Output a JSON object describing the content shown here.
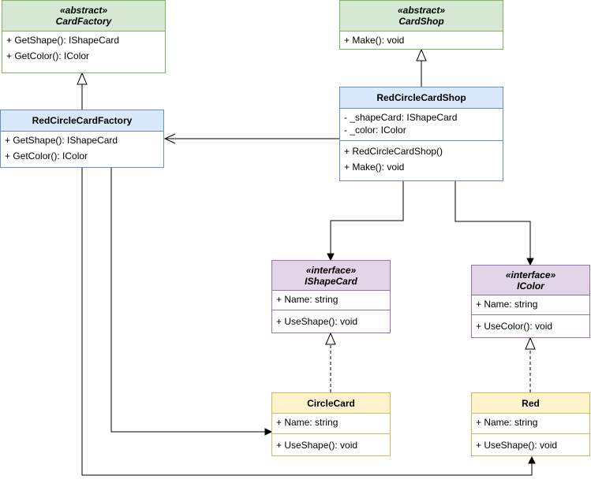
{
  "classes": {
    "card_factory": {
      "stereotype": "«abstract»",
      "name": "CardFactory",
      "methods": [
        "+ GetShape(): IShapeCard",
        "+ GetColor(): IColor"
      ]
    },
    "card_shop": {
      "stereotype": "«abstract»",
      "name": "CardShop",
      "methods": [
        "+ Make(): void"
      ]
    },
    "red_circle_card_factory": {
      "name": "RedCircleCardFactory",
      "methods": [
        "+ GetShape(): IShapeCard",
        "+ GetColor(): IColor"
      ]
    },
    "red_circle_card_shop": {
      "name": "RedCircleCardShop",
      "fields": [
        "- _shapeCard: IShapeCard",
        "- _color: IColor"
      ],
      "methods": [
        "+ RedCircleCardShop()",
        "+ Make(): void"
      ]
    },
    "ishape_card": {
      "stereotype": "«interface»",
      "name": "IShapeCard",
      "fields": [
        "+ Name: string"
      ],
      "methods": [
        "+ UseShape(): void"
      ]
    },
    "icolor": {
      "stereotype": "«interface»",
      "name": "IColor",
      "fields": [
        "+ Name: string"
      ],
      "methods": [
        "+ UseColor(): void"
      ]
    },
    "circle_card": {
      "name": "CircleCard",
      "fields": [
        "+ Name: string"
      ],
      "methods": [
        "+ UseShape(): void"
      ]
    },
    "red": {
      "name": "Red",
      "fields": [
        "+ Name: string"
      ],
      "methods": [
        "+ UseShape(): void"
      ]
    }
  },
  "colors": {
    "abstract_fill": "#d5e8d4",
    "concrete_fill": "#dae8fc",
    "interface_fill": "#e1d5e7",
    "product_fill": "#fff2cc"
  }
}
